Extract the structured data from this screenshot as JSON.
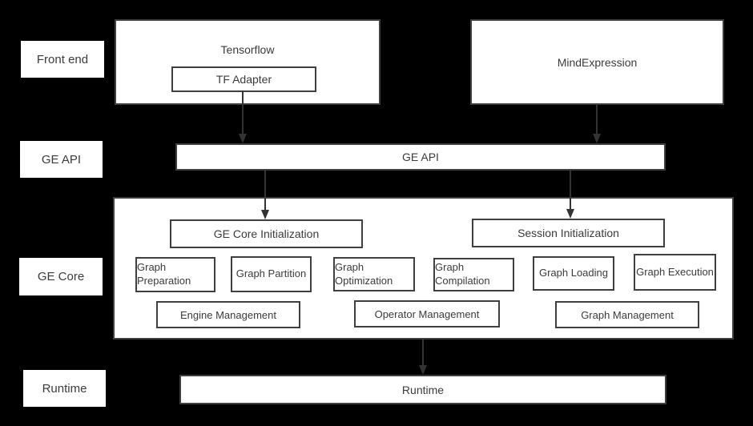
{
  "colors": {
    "background": "#000000",
    "box_fill": "#ffffff",
    "box_border": "#3f3f3f",
    "text": "#3b3b3b",
    "arrow": "#333333"
  },
  "row_labels": {
    "front_end": "Front end",
    "ge_api": "GE API",
    "ge_core": "GE Core",
    "runtime": "Runtime"
  },
  "front_end": {
    "tensorflow": "Tensorflow",
    "tf_adapter": "TF Adapter",
    "mind_expression": "MindExpression"
  },
  "ge_api_bar": "GE API",
  "ge_core": {
    "init_boxes": [
      "GE Core Initialization",
      "Session Initialization"
    ],
    "stages": [
      "Graph Preparation",
      "Graph Partition",
      "Graph Optimization",
      "Graph Compilation",
      "Graph Loading",
      "Graph Execution"
    ],
    "management": [
      "Engine Management",
      "Operator Management",
      "Graph Management"
    ]
  },
  "runtime_bar": "Runtime"
}
